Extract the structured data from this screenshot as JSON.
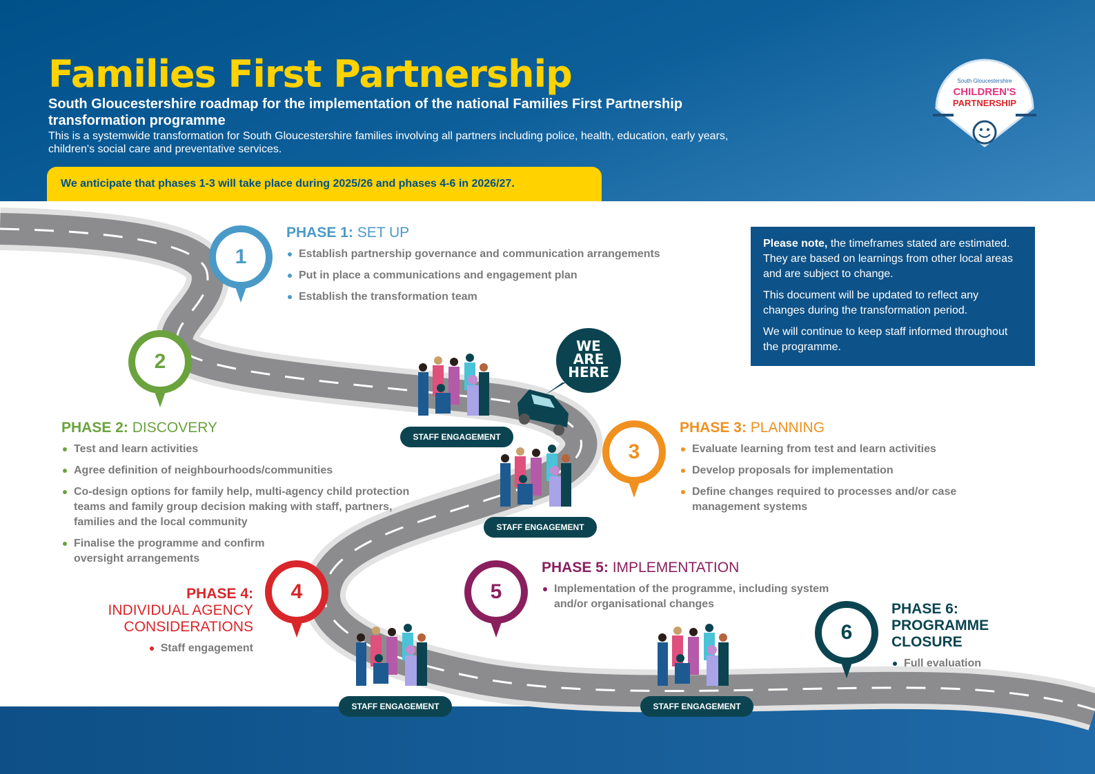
{
  "header": {
    "title": "Families First Partnership",
    "subtitle": "South Gloucestershire roadmap for the implementation of the national Families First Partnership transformation programme",
    "description": "This is a systemwide transformation for South Gloucestershire families involving all partners including police, health, education, early years, children's social care and preventative services.",
    "banner": "We anticipate that phases 1-3 will take place during 2025/26 and phases 4-6 in 2026/27."
  },
  "logo": {
    "line1": "South Gloucestershire",
    "line2": "CHILDREN'S",
    "line3": "PARTNERSHIP"
  },
  "note": {
    "lead": "Please note,",
    "p1": " the timeframes stated are estimated. They are based on learnings from other local areas and are subject to change.",
    "p2": "This document will be updated to reflect any changes during the transformation period.",
    "p3": "We will continue to keep staff informed throughout the programme."
  },
  "we_are_here": [
    "WE",
    "ARE",
    "HERE"
  ],
  "staff_label": "STAFF ENGAGEMENT",
  "colors": {
    "p1": "#4a9ac8",
    "p2": "#6aa33d",
    "p3": "#f0901e",
    "p4": "#d9262a",
    "p5": "#8a1f5e",
    "p6": "#0b4450"
  },
  "phases": [
    {
      "num": "1",
      "label": "PHASE 1:",
      "name": "SET UP",
      "items": [
        "Establish partnership governance and communication arrangements",
        "Put in place a communications and engagement plan",
        "Establish the transformation team"
      ]
    },
    {
      "num": "2",
      "label": "PHASE 2:",
      "name": "DISCOVERY",
      "items": [
        "Test and learn activities",
        "Agree definition of neighbourhoods/communities",
        "Co-design options for family help, multi-agency child protection teams and family group decision making with staff, partners, families and the local community",
        "Finalise the programme and confirm oversight arrangements"
      ]
    },
    {
      "num": "3",
      "label": "PHASE 3:",
      "name": "PLANNING",
      "items": [
        "Evaluate learning from test and learn activities",
        "Develop proposals for implementation",
        "Define changes required to processes and/or case management systems"
      ]
    },
    {
      "num": "4",
      "label": "PHASE 4:",
      "name": "INDIVIDUAL AGENCY CONSIDERATIONS",
      "items": [
        "Staff engagement"
      ]
    },
    {
      "num": "5",
      "label": "PHASE 5:",
      "name": "IMPLEMENTATION",
      "items": [
        "Implementation of the programme, including system and/or organisational changes"
      ]
    },
    {
      "num": "6",
      "label": "PHASE 6:",
      "name": "PROGRAMME CLOSURE",
      "items": [
        "Full evaluation"
      ]
    }
  ]
}
